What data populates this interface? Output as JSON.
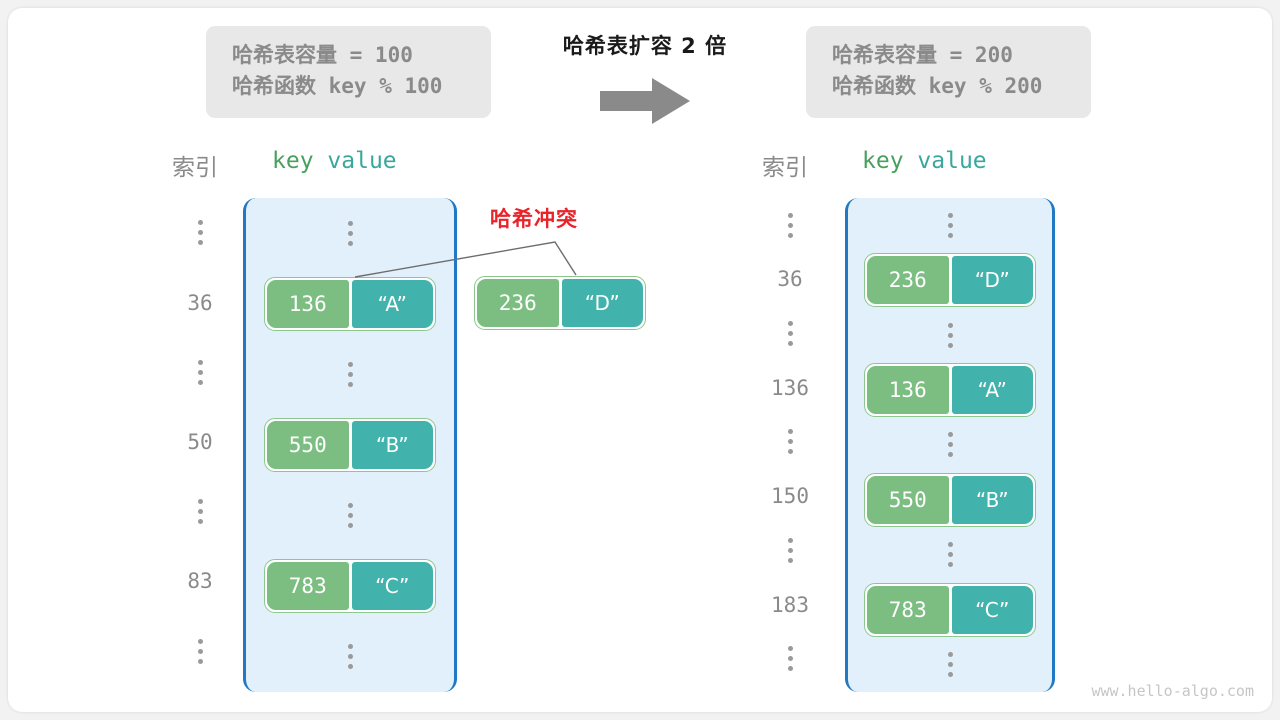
{
  "title": "哈希表扩容 2 倍",
  "colors": {
    "key_green": "#7cbe82",
    "value_teal": "#41b3ac",
    "array_blue": "#2079c2",
    "array_fill": "#e2f0fb",
    "collision_red": "#e8242a",
    "muted_gray": "#8a8a8a"
  },
  "before": {
    "info": {
      "capacity_label": "哈希表容量",
      "capacity_value": " = 100",
      "function_label": "哈希函数",
      "function_value": " key % 100"
    },
    "headers": {
      "index": "索引",
      "key": "key",
      "value": "value"
    },
    "index_cells": [
      "⋮",
      "36",
      "⋮",
      "50",
      "⋮",
      "83",
      "⋮"
    ],
    "buckets": [
      {
        "type": "dots"
      },
      {
        "type": "pair",
        "key": "136",
        "value": "“A”"
      },
      {
        "type": "dots"
      },
      {
        "type": "pair",
        "key": "550",
        "value": "“B”"
      },
      {
        "type": "dots"
      },
      {
        "type": "pair",
        "key": "783",
        "value": "“C”"
      },
      {
        "type": "dots"
      }
    ]
  },
  "transform": {
    "label": "哈希表扩容 2 倍",
    "arrow_icon": "right-arrow-icon"
  },
  "collision": {
    "label": "哈希冲突",
    "pair": {
      "key": "236",
      "value": "“D”"
    }
  },
  "after": {
    "info": {
      "capacity_label": "哈希表容量",
      "capacity_value": " = 200",
      "function_label": "哈希函数",
      "function_value": " key % 200"
    },
    "headers": {
      "index": "索引",
      "key": "key",
      "value": "value"
    },
    "index_cells": [
      "⋮",
      "36",
      "⋮",
      "136",
      "⋮",
      "150",
      "⋮",
      "183",
      "⋮"
    ],
    "buckets": [
      {
        "type": "dots"
      },
      {
        "type": "pair",
        "key": "236",
        "value": "“D”"
      },
      {
        "type": "dots"
      },
      {
        "type": "pair",
        "key": "136",
        "value": "“A”"
      },
      {
        "type": "dots"
      },
      {
        "type": "pair",
        "key": "550",
        "value": "“B”"
      },
      {
        "type": "dots"
      },
      {
        "type": "pair",
        "key": "783",
        "value": "“C”"
      },
      {
        "type": "dots"
      }
    ]
  },
  "watermark": "www.hello-algo.com"
}
